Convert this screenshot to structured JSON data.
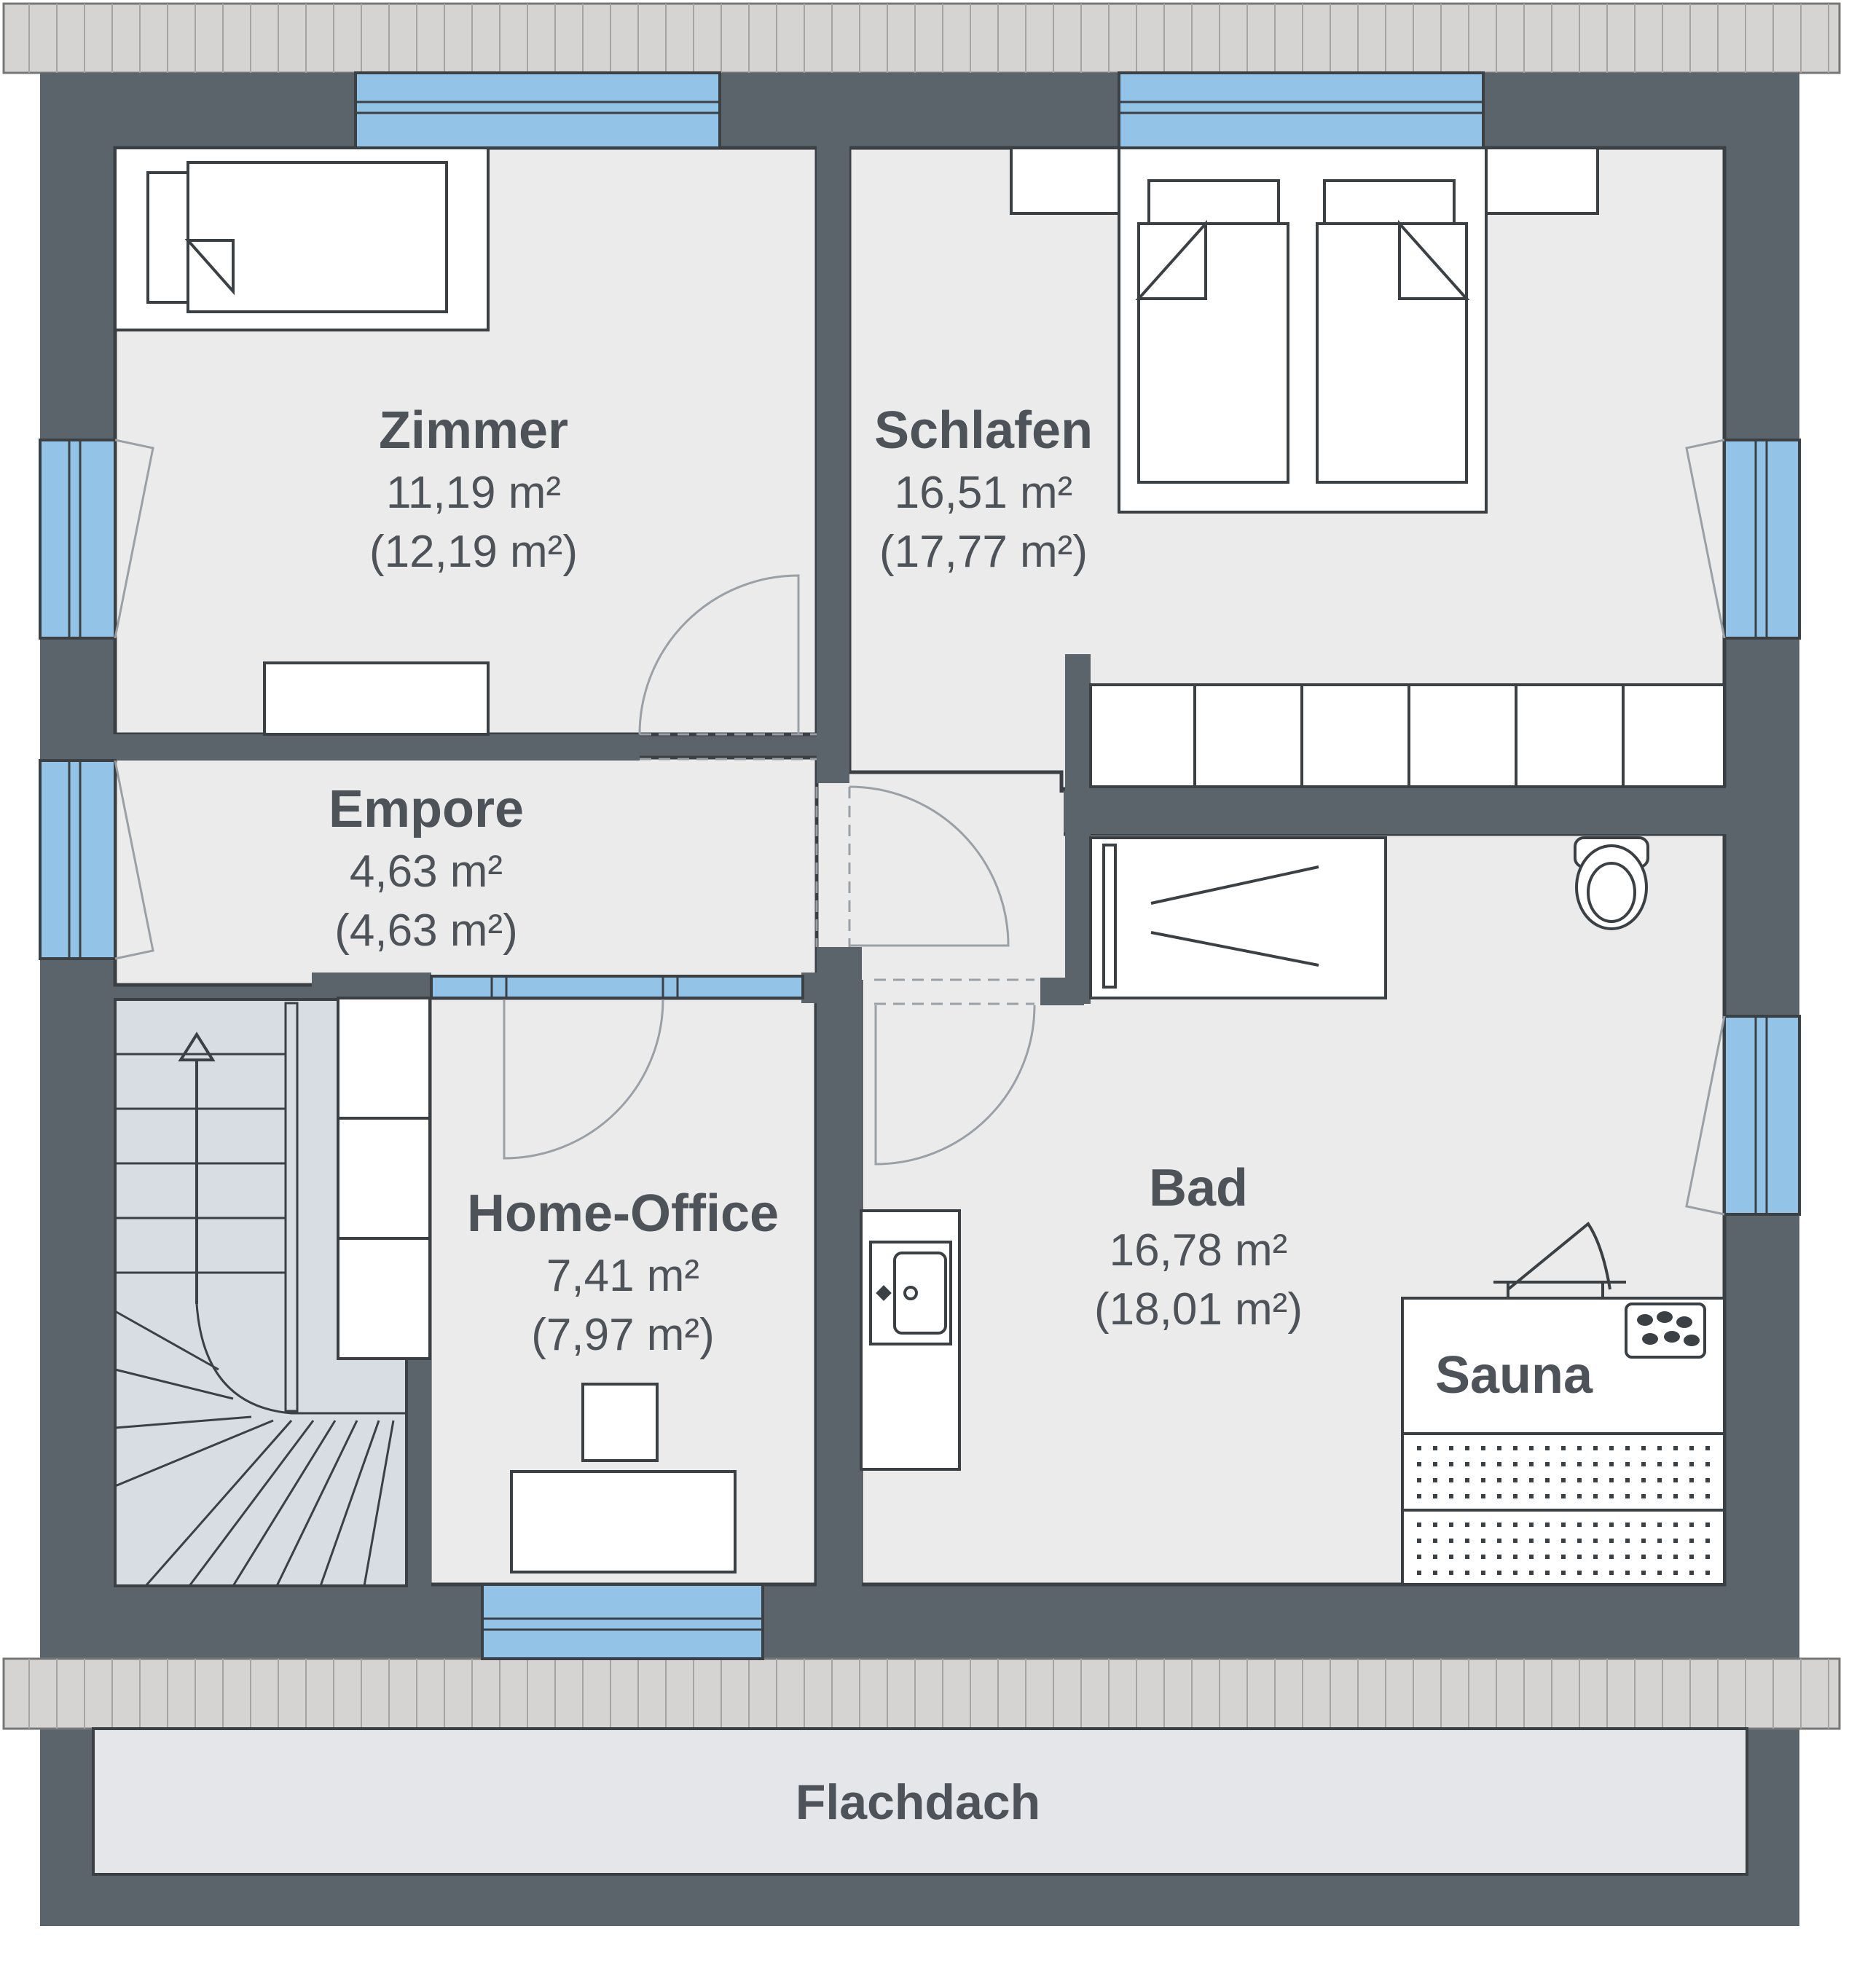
{
  "colors": {
    "wall": "#5b646b",
    "floor": "#ebebeb",
    "window": "#93c4e8",
    "stairs": "#d8dde3",
    "roof_tile": "#d6d4d2",
    "flatroof": "#e4e6e9",
    "furniture": "#ffffff",
    "line": "#3b4045"
  },
  "rooms": {
    "zimmer": {
      "name": "Zimmer",
      "area": "11,19 m²",
      "area_total": "(12,19 m²)"
    },
    "schlafen": {
      "name": "Schlafen",
      "area": "16,51 m²",
      "area_total": "(17,77 m²)"
    },
    "empore": {
      "name": "Empore",
      "area": "4,63 m²",
      "area_total": "(4,63 m²)"
    },
    "home_office": {
      "name": "Home-Office",
      "area": "7,41 m²",
      "area_total": "(7,97 m²)"
    },
    "bad": {
      "name": "Bad",
      "area": "16,78 m²",
      "area_total": "(18,01 m²)"
    },
    "sauna": {
      "name": "Sauna"
    }
  },
  "roof": {
    "label": "Flachdach"
  }
}
